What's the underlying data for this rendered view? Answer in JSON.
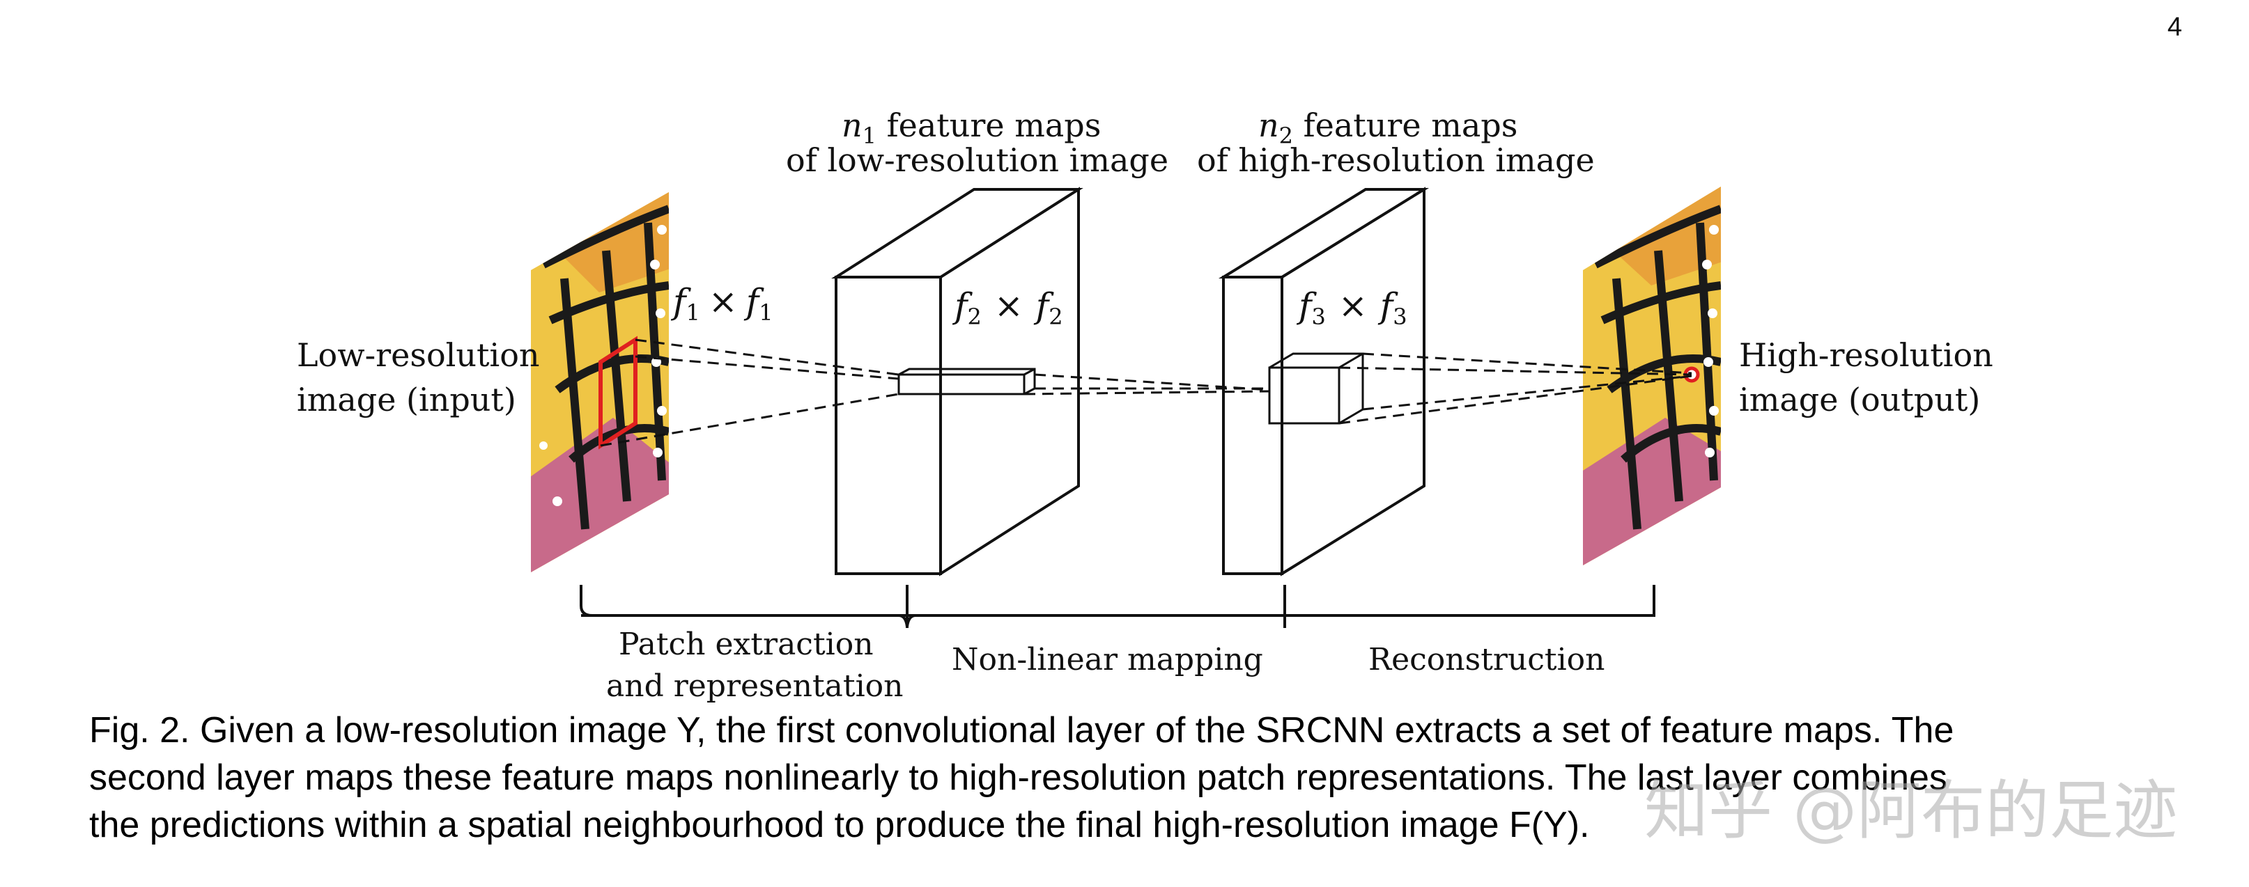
{
  "page_number": "4",
  "labels": {
    "input_line1": "Low-resolution",
    "input_line2": "image (input)",
    "output_line1": "High-resolution",
    "output_line2": "image (output)",
    "n1_sym": "n",
    "n1_sub": "1",
    "n1_title_rest": " feature maps",
    "n1_title_line2": "of low-resolution image",
    "n2_sym": "n",
    "n2_sub": "2",
    "n2_title_rest": " feature maps",
    "n2_title_line2": "of high-resolution image",
    "f1_sym": "f",
    "f1_sub": "1",
    "f2_sym": "f",
    "f2_sub": "2",
    "f3_sym": "f",
    "f3_sub": "3",
    "times": "×",
    "stage1_line1": "Patch extraction",
    "stage1_line2": "and representation",
    "stage2": "Non-linear mapping",
    "stage3": "Reconstruction"
  },
  "caption": {
    "line1": "Fig. 2.  Given a low-resolution image Y, the first convolutional layer of the SRCNN extracts a set of feature maps. The",
    "line2": "second layer maps these feature maps nonlinearly to high-resolution patch representations. The last layer combines",
    "line3": "the predictions within a spatial neighbourhood to produce the final high-resolution image F(Y)."
  },
  "watermark": "知乎 @阿布的足迹",
  "colors": {
    "patch_red": "#e02020",
    "butterfly_orange": "#e8a23a",
    "butterfly_yellow": "#efc545",
    "butterfly_black": "#1a1a1a",
    "background_pink": "#c86a8a"
  }
}
